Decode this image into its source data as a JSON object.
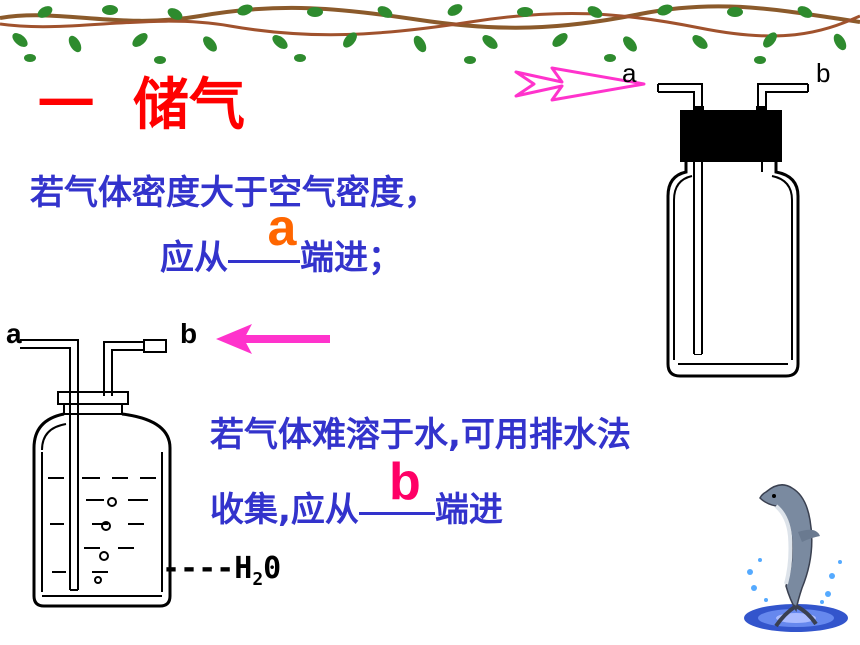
{
  "title": {
    "prefix": "一",
    "text": "储气"
  },
  "storage_density": {
    "line1": "若气体密度大于空气密度，",
    "line2_before": "应从",
    "answer": "a",
    "line2_after": "端进；"
  },
  "water_collection": {
    "line1": "若气体难溶于水,可用排水法",
    "line2_before": "收集,应从",
    "answer": "b",
    "line2_after": "端进"
  },
  "top_bottle": {
    "port_a": "a",
    "port_b": "b"
  },
  "bottom_bottle": {
    "port_a": "a",
    "port_b": "b",
    "water_label_dashes": "----H",
    "water_label_sub": "2",
    "water_label_end": "0"
  },
  "colors": {
    "title": "#ff0000",
    "text": "#3333cc",
    "answer_a": "#ff6600",
    "answer_b": "#ff0066",
    "arrow": "#ff33cc",
    "vine_green": "#2e8b2e",
    "vine_brown": "#8b5a2b"
  },
  "icons": [
    "vine-border",
    "outline-arrow",
    "solid-arrow",
    "dolphin-icon",
    "gas-bottle"
  ]
}
